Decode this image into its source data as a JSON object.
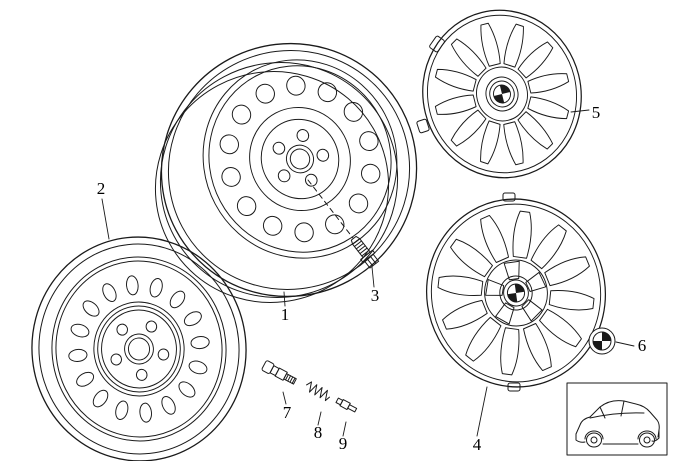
{
  "diagram": {
    "background_color": "#ffffff",
    "line_color": "#1a1a1a",
    "emblem_dark_color": "#1a1a1a"
  },
  "callouts": {
    "wheel_three_quarter": "1",
    "wheel_front": "2",
    "wheel_bolt": "3",
    "wheel_cover_front": "4",
    "wheel_cover_three_quarter": "5",
    "emblem": "6",
    "valve": "7",
    "spring": "8",
    "valve_core": "9"
  },
  "graphics": [
    {
      "name": "steel-wheel-three-quarter-view"
    },
    {
      "name": "steel-wheel-front-view"
    },
    {
      "name": "wheel-bolt"
    },
    {
      "name": "wheel-cover-front-view"
    },
    {
      "name": "wheel-cover-three-quarter-view"
    },
    {
      "name": "bmw-emblem"
    },
    {
      "name": "tire-valve"
    },
    {
      "name": "valve-spring"
    },
    {
      "name": "valve-core"
    },
    {
      "name": "car-body-thumbnail"
    }
  ]
}
